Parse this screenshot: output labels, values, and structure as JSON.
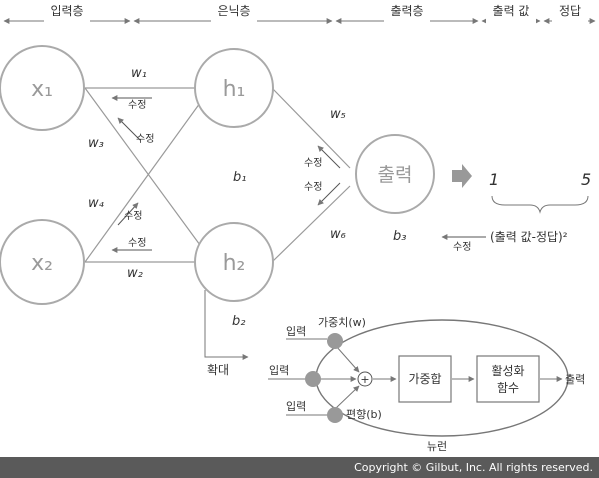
{
  "header": {
    "input_layer": "입력층",
    "hidden_layer": "은닉층",
    "output_layer": "출력층",
    "output_value": "출력 값",
    "answer": "정답"
  },
  "nodes": {
    "x1": "x₁",
    "x2": "x₂",
    "h1": "h₁",
    "h2": "h₂",
    "out": "출력"
  },
  "weights": {
    "w1": "w₁",
    "w2": "w₂",
    "w3": "w₃",
    "w4": "w₄",
    "w5": "w₅",
    "w6": "w₆"
  },
  "biases": {
    "b1": "b₁",
    "b2": "b₂",
    "b3": "b₃"
  },
  "update_label": "수정",
  "values": {
    "output": "1",
    "answer": "5",
    "error": "(출력 값-정답)²"
  },
  "zoom_label": "확대",
  "neuron": {
    "input1": "입력",
    "input2": "입력",
    "input3": "입력",
    "weight": "가중치(w)",
    "bias": "편향(b)",
    "weighted_sum": "가중합",
    "activation_line1": "활성화",
    "activation_line2": "함수",
    "output": "출력",
    "caption": "뉴런",
    "plus": "+"
  },
  "footer": {
    "copyright": "Copyright © Gilbut, Inc. All rights reserved."
  }
}
